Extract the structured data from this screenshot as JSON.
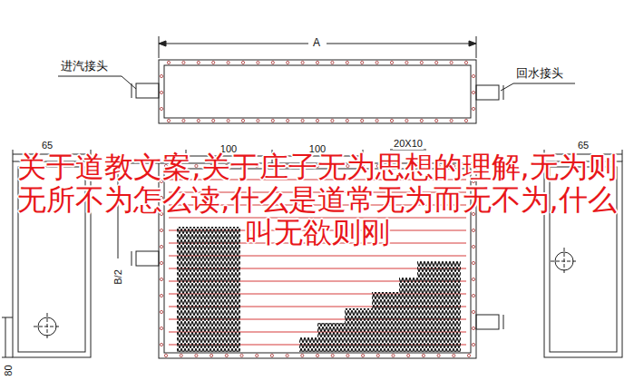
{
  "diagram": {
    "labels": [
      "A",
      "进汽接头",
      "回水接头",
      "65",
      "100",
      "100",
      "20X10",
      "65",
      "B/2",
      "80",
      "关于道教文案,关于庄子无为思想的理解,无为则无所不为怎么读,什么是道常无为而无不为,什么叫无欲则刚"
    ]
  }
}
